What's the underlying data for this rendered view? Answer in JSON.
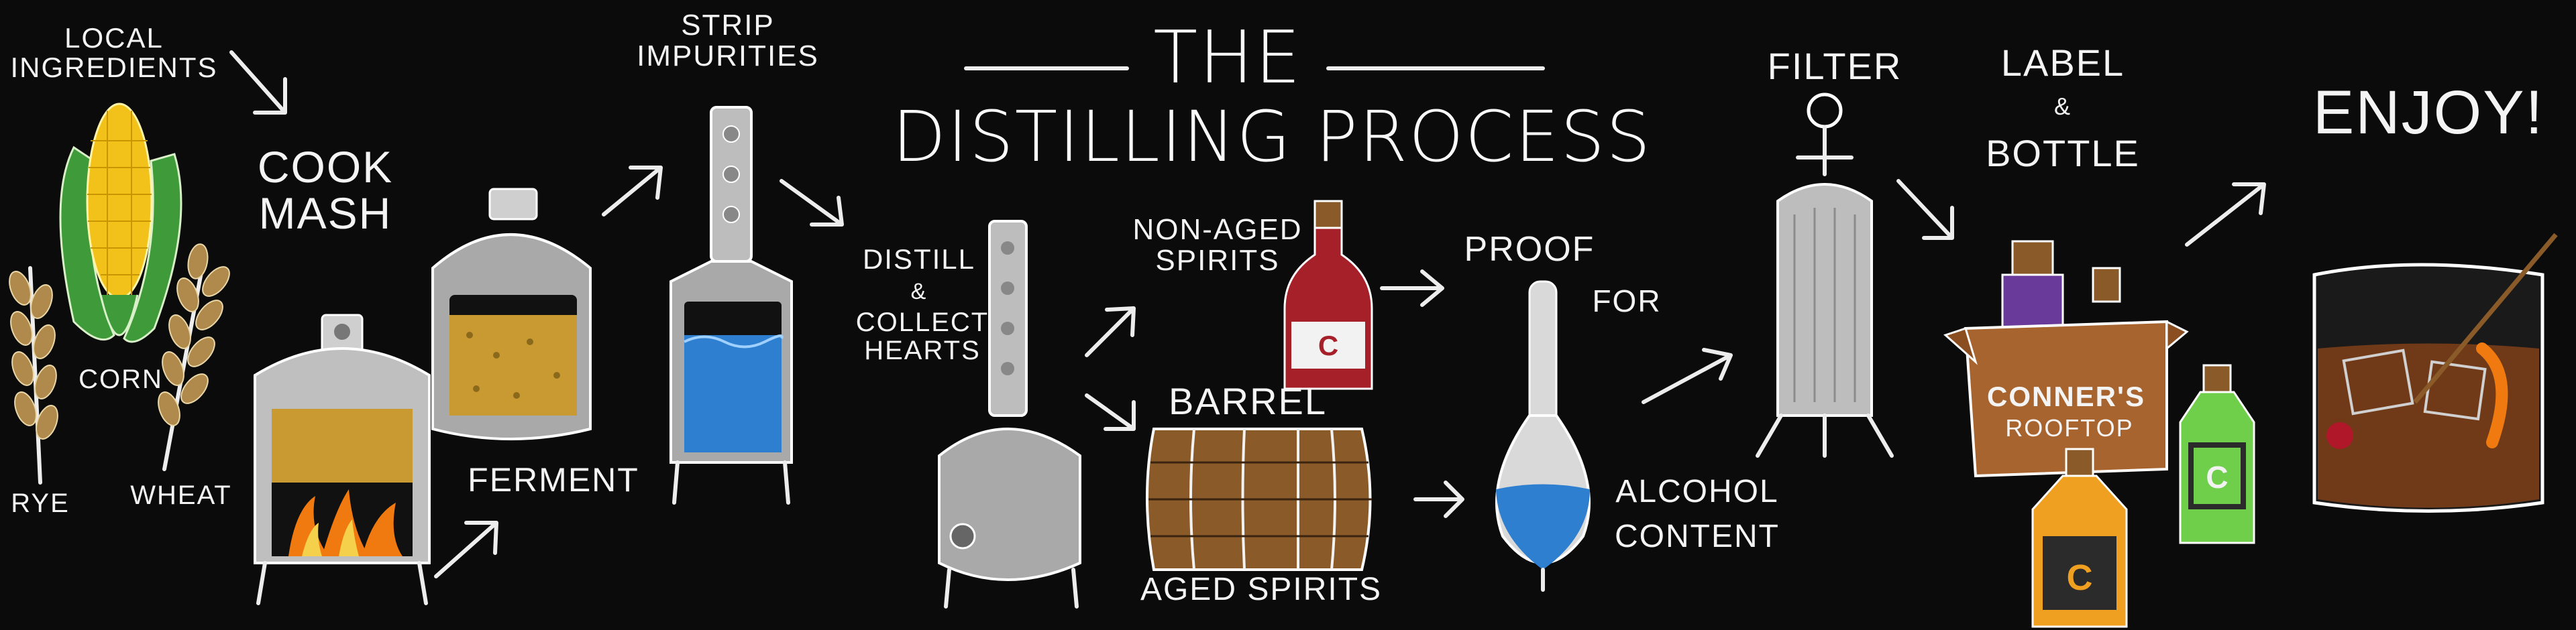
{
  "title": {
    "line1": "THE",
    "line2": "DISTILLING PROCESS"
  },
  "steps": {
    "local_ingredients": "LOCAL INGREDIENTS",
    "corn": "CORN",
    "rye": "RYE",
    "wheat": "WHEAT",
    "cook_mash": "COOK MASH",
    "ferment": "FERMENT",
    "strip_impurities": "STRIP IMPURITIES",
    "distill": "DISTILL",
    "amp": "&",
    "collect_hearts": "COLLECT HEARTS",
    "non_aged_spirits": "NON-AGED SPIRITS",
    "barrel": "BARREL",
    "aged_spirits": "AGED SPIRITS",
    "proof": "PROOF",
    "for": "FOR",
    "alcohol_content": "ALCOHOL CONTENT",
    "filter": "FILTER",
    "label": "LABEL",
    "bottle": "BOTTLE",
    "enjoy": "ENJOY!"
  },
  "brand": {
    "box_line1": "CONNER'S",
    "box_line2": "ROOFTOP",
    "bottle_mark": "C"
  },
  "colors": {
    "background": "#0b0b0b",
    "chalk": "#f2f2f2",
    "corn_yellow": "#f2c21a",
    "husk_green": "#3f9a3a",
    "grain_tan": "#b08a4c",
    "mash_gold": "#c99a32",
    "wash_blue": "#2f7fd0",
    "barrel_brown": "#8a5a28",
    "bottle_red": "#a52028",
    "bottle_green": "#6fcf4a",
    "bottle_orange": "#f0a020",
    "bottle_purple": "#6a3a9a",
    "box_brown": "#a8642e",
    "flame_orange": "#f07a10"
  },
  "icons": [
    "arrow-icon",
    "corn-icon",
    "wheat-icon",
    "mash-cooker-icon",
    "fermenter-icon",
    "stripping-still-icon",
    "pot-still-icon",
    "red-bottle-icon",
    "barrel-icon",
    "hydrometer-icon",
    "filter-icon",
    "bottle-box-icon",
    "green-bottle-icon",
    "orange-bottle-icon",
    "old-fashioned-glass-icon"
  ]
}
